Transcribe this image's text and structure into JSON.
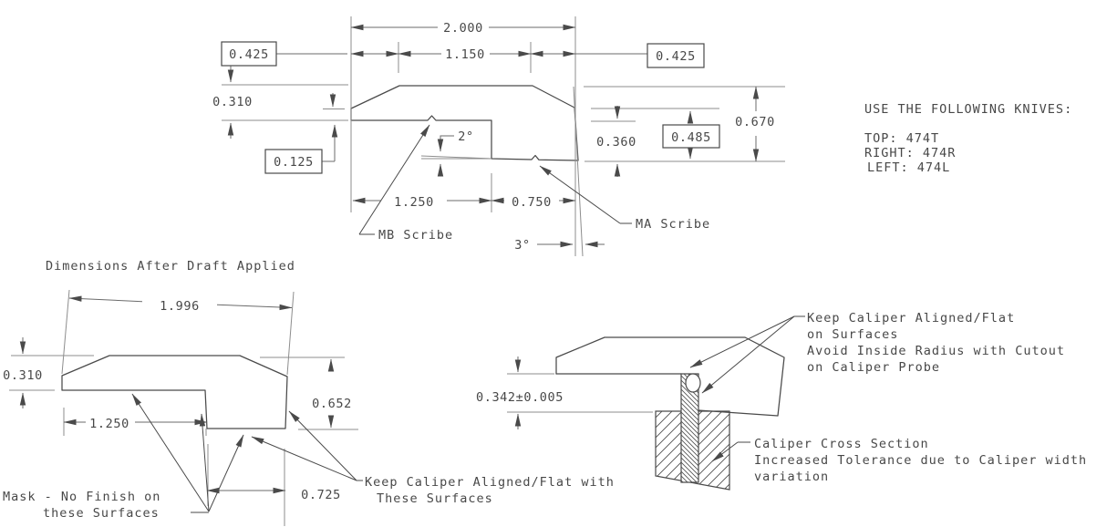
{
  "top_view": {
    "dims": {
      "total_width": "2.000",
      "top_width": "1.150",
      "left_offset": "0.425",
      "right_offset": "0.425",
      "left_thickness": "0.310",
      "left_edge_height": "0.125",
      "under_angle": "2°",
      "step_depth": "0.360",
      "mid_depth": "0.485",
      "total_height": "0.670",
      "bottom_left_width": "1.250",
      "bottom_right_width": "0.750",
      "draft_angle": "3°"
    },
    "labels": {
      "mb_scribe": "MB Scribe",
      "ma_scribe": "MA Scribe"
    }
  },
  "knives_note": {
    "title": "USE THE FOLLOWING KNIVES:",
    "lines": [
      "TOP: 474T",
      "RIGHT: 474R",
      "LEFT: 474L"
    ]
  },
  "draft_view": {
    "title": "Dimensions After Draft Applied",
    "dims": {
      "total_width": "1.996",
      "left_thickness": "0.310",
      "bottom_left_width": "1.250",
      "right_height": "0.652",
      "bottom_width": "0.725"
    },
    "notes": {
      "mask_1": "Mask - No Finish on",
      "mask_2": "these Surfaces",
      "caliper_1": "Keep Caliper Aligned/Flat with",
      "caliper_2": "These Surfaces"
    }
  },
  "caliper_view": {
    "dims": {
      "step_height": "0.342±0.005"
    },
    "notes": {
      "align_1": "Keep Caliper Aligned/Flat",
      "align_2": "on Surfaces",
      "align_3": "Avoid Inside Radius with Cutout",
      "align_4": "on Caliper Probe",
      "cross_1": "Caliper Cross Section",
      "cross_2": "Increased Tolerance due to Caliper width",
      "cross_3": "variation"
    }
  },
  "colors": {
    "object_line": "#4a4a4a",
    "dim_line": "#8d8d8d",
    "text": "#484848",
    "background": "#ffffff"
  }
}
